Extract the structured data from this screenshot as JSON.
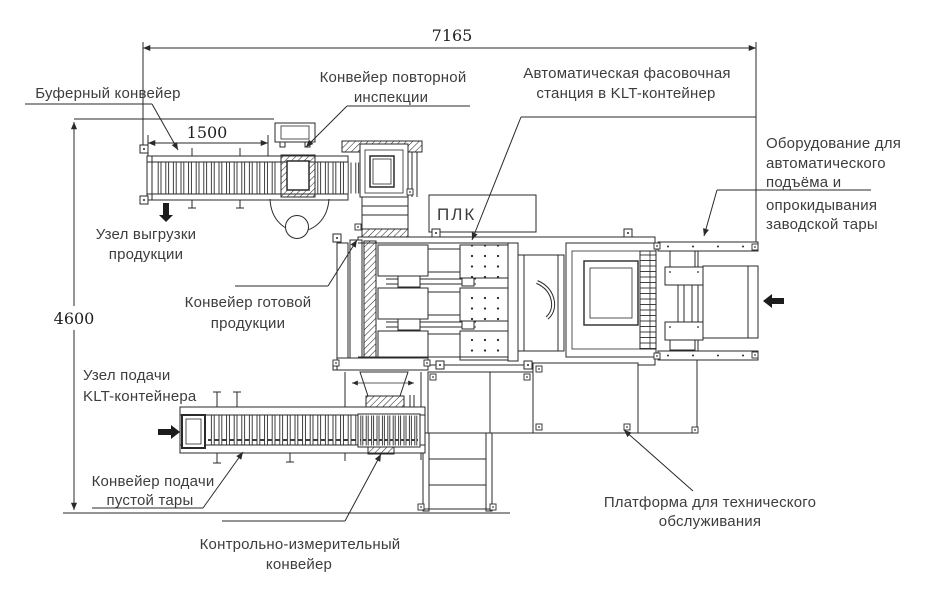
{
  "diagram": {
    "dimensions": {
      "overall_width": "7165",
      "buffer_section_length": "1500",
      "overall_depth": "4600"
    },
    "labels": {
      "buffer_conveyor": {
        "lines": [
          "Буферный конвейер"
        ]
      },
      "reinspection_conveyor": {
        "lines": [
          "Конвейер повторной",
          "инспекции"
        ]
      },
      "packing_station": {
        "lines": [
          "Автоматическая фасовочная",
          "станция в KLT-контейнер"
        ]
      },
      "tilt_equipment": {
        "lines": [
          "Оборудование для",
          "автоматического",
          "подъёма и",
          "опрокидывания",
          "заводской тары"
        ]
      },
      "unload_unit": {
        "lines": [
          "Узел выгрузки",
          "продукции"
        ]
      },
      "finished_conveyor": {
        "lines": [
          "Конвейер готовой",
          "продукции"
        ]
      },
      "plc": {
        "lines": [
          "ПЛК"
        ]
      },
      "klt_feed_unit": {
        "lines": [
          "Узел подачи",
          "KLT-контейнера"
        ]
      },
      "empty_container_conveyor": {
        "lines": [
          "Конвейер подачи",
          "пустой тары"
        ]
      },
      "measuring_conveyor": {
        "lines": [
          "Контрольно-измерительный",
          "конвейер"
        ]
      },
      "maintenance_platform": {
        "lines": [
          "Платформа для технического",
          "обслуживания"
        ]
      }
    },
    "colors": {
      "line": "#2a2a2a",
      "label_text": "#3d3d3d",
      "dimension_text": "#1f1f1f",
      "background": "#ffffff"
    }
  }
}
